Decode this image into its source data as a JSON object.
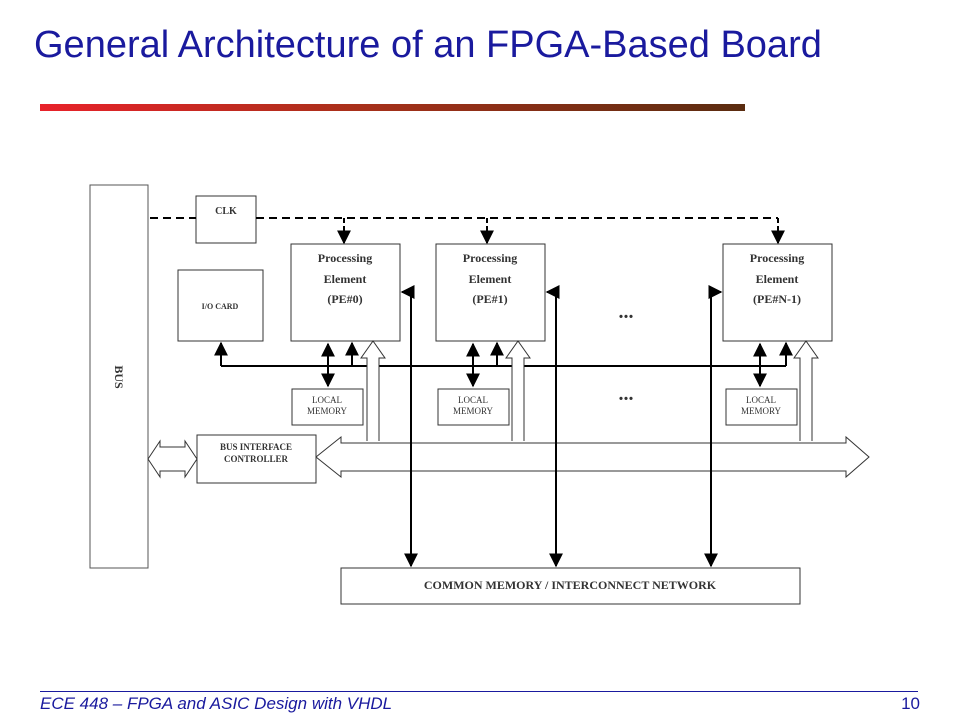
{
  "slide": {
    "title": "General Architecture of an FPGA-Based Board",
    "footer": "ECE 448 – FPGA and ASIC Design with VHDL",
    "page_number": "10"
  },
  "diagram": {
    "bus_label": "BUS",
    "clk_label": "CLK",
    "io_card_label": "I/O CARD",
    "bus_interface_controller": [
      "BUS INTERFACE",
      "CONTROLLER"
    ],
    "processing_elements": [
      {
        "lines": [
          "Processing",
          "Element",
          "(PE#0)"
        ]
      },
      {
        "lines": [
          "Processing",
          "Element",
          "(PE#1)"
        ]
      },
      {
        "lines": [
          "Processing",
          "Element",
          "(PE#N-1)"
        ]
      }
    ],
    "local_memory": [
      "LOCAL",
      "MEMORY"
    ],
    "ellipsis": "...",
    "common_memory_label": "COMMON MEMORY / INTERCONNECT NETWORK"
  }
}
